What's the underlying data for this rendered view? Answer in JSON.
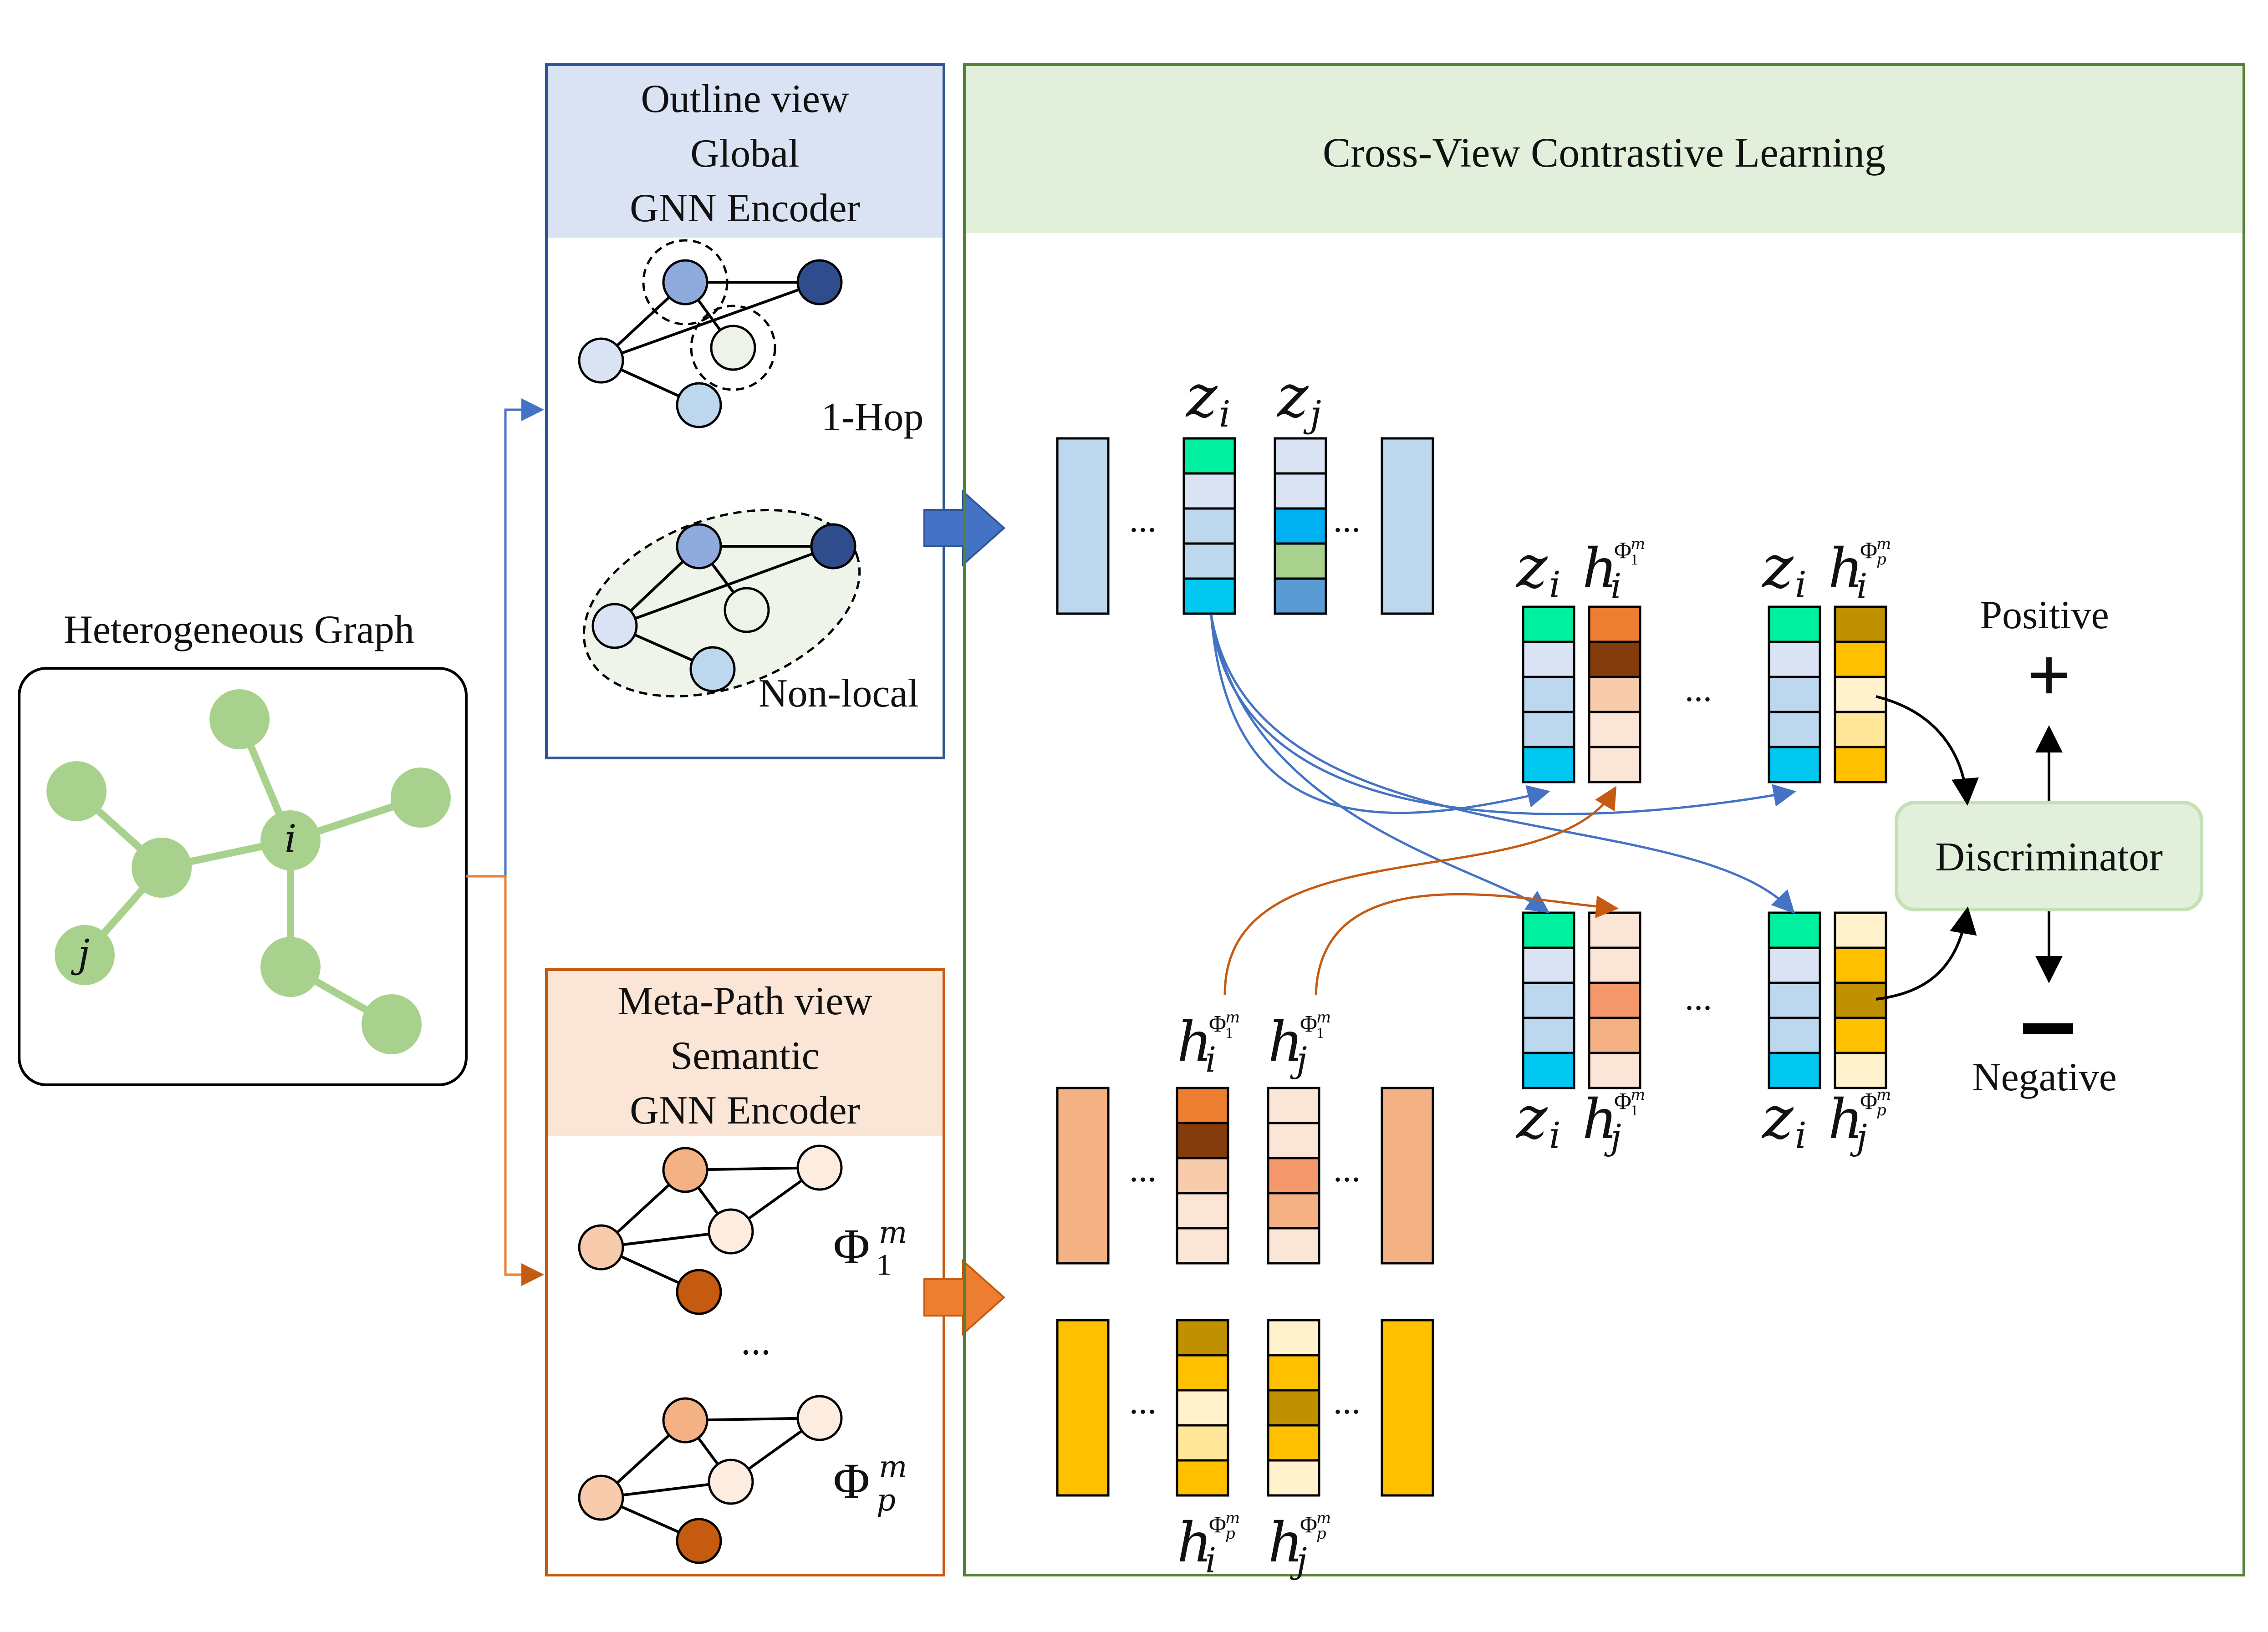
{
  "hetero_graph": {
    "title": "Heterogeneous Graph",
    "node_i": "i",
    "node_j": "j"
  },
  "outline_view": {
    "title_line1": "Outline view",
    "title_line2": "Global",
    "title_line3": "GNN Encoder",
    "hop_label": "1-Hop",
    "nonlocal_label": "Non-local"
  },
  "metapath_view": {
    "title_line1": "Meta-Path view",
    "title_line2": "Semantic",
    "title_line3": "GNN Encoder",
    "phi1": "Φ",
    "phi_sup": "m",
    "phi1_sub": "1",
    "phip_sub": "p",
    "ellipsis": "..."
  },
  "cross_view": {
    "title": "Cross-View Contrastive Learning",
    "z": "z",
    "h": "h",
    "sub_i": "i",
    "sub_j": "j",
    "sup_phi1": "Φ1m",
    "sup_phip": "Φpm",
    "ellipsis": "...",
    "discriminator": "Discriminator",
    "positive": "Positive",
    "negative": "Negative",
    "plus": "+",
    "minus": "−"
  },
  "colors": {
    "blue_border": "#2f5597",
    "blue_fill": "#dae3f3",
    "orange_border": "#c55a11",
    "orange_fill": "#fbe5d6",
    "green_border": "#548235",
    "green_fill": "#e2efda",
    "node_green": "#a9d18e",
    "highlight_red": "#e02020"
  }
}
